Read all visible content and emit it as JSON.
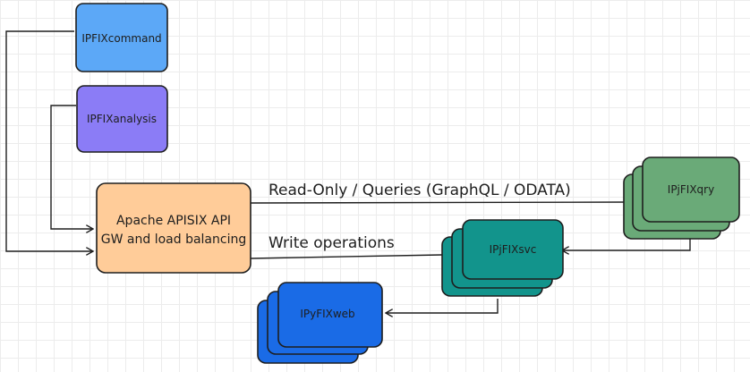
{
  "nodes": {
    "ipfixcommand": {
      "label": "IPFIXcommand",
      "fill": "#5ca8f7"
    },
    "ipfixanalysis": {
      "label": "IPFIXanalysis",
      "fill": "#8b7cf6"
    },
    "apisix": {
      "label_line1": "Apache APISIX API",
      "label_line2": "GW and load balancing",
      "fill": "#ffcc99"
    },
    "ipjfixqry": {
      "label": "IPjFIXqry",
      "fill": "#6aaa78"
    },
    "ipjfixsvc": {
      "label": "IPjFIXsvc",
      "fill": "#12948c"
    },
    "ipyfixweb": {
      "label": "IPyFIXweb",
      "fill": "#1a6be6"
    }
  },
  "edges": {
    "read_only": {
      "label": "Read-Only / Queries (GraphQL / ODATA)"
    },
    "write": {
      "label": "Write operations"
    }
  },
  "colors": {
    "stroke": "#1e1e1e",
    "grid": "#ececec"
  }
}
